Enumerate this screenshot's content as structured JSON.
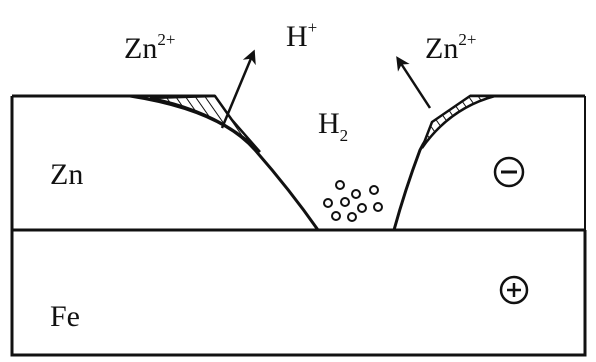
{
  "labels": {
    "zn_ion_left": {
      "base": "Zn",
      "sup": "2+"
    },
    "h_ion": {
      "base": "H",
      "sup": "+"
    },
    "zn_ion_right": {
      "base": "Zn",
      "sup": "2+"
    },
    "hydrogen": {
      "base": "H",
      "sub": "2"
    },
    "zinc_layer": "Zn",
    "iron_layer": "Fe",
    "anode_sign": "−",
    "cathode_sign": "+"
  },
  "colors": {
    "ink": "#111111",
    "background": "#ffffff"
  },
  "icons": {
    "arrow_left": "arrow-up-left-icon",
    "arrow_right": "arrow-up-left-icon",
    "bubbles": "gas-bubbles-icon",
    "minus_circle": "circled-minus-icon",
    "plus_circle": "circled-plus-icon"
  }
}
